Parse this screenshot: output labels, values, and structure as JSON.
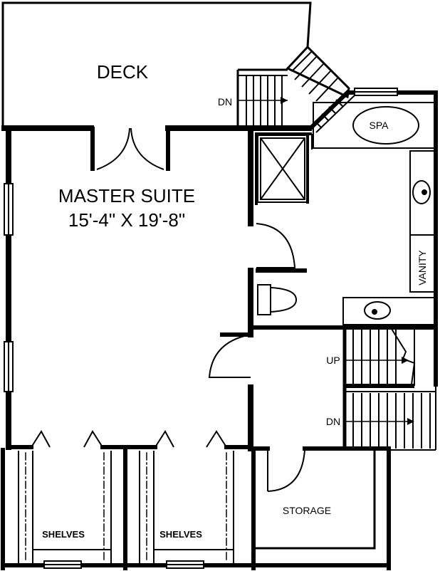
{
  "rooms": {
    "deck": "DECK",
    "master_name": "MASTER SUITE",
    "master_dims": "15'-4\" X 19'-8\"",
    "spa": "SPA",
    "vanity": "VANITY",
    "storage": "STORAGE",
    "shelves_left": "SHELVES",
    "shelves_right": "SHELVES"
  },
  "stairs": {
    "deck_dn": "DN",
    "interior_up": "UP",
    "interior_dn": "DN"
  },
  "colors": {
    "ink": "#000000",
    "paper": "#ffffff"
  }
}
